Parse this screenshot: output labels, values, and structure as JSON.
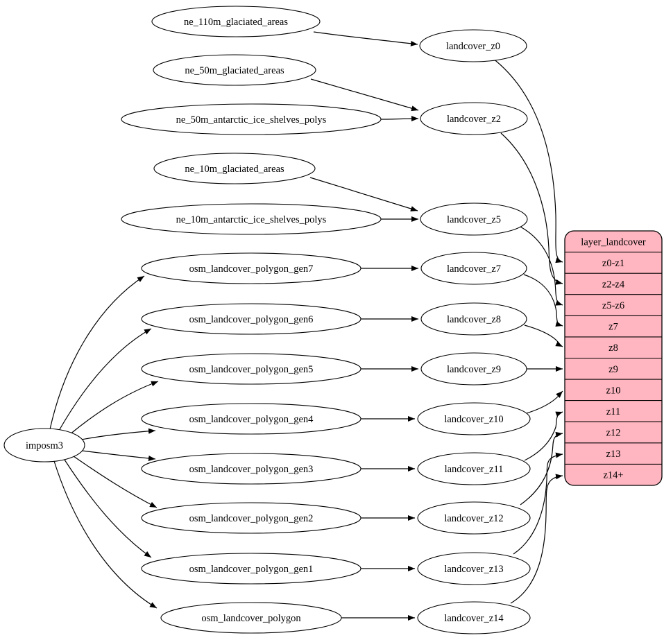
{
  "diagram": {
    "type": "graphviz-dependency-graph",
    "colors": {
      "background": "#ffffff",
      "node_fill": "#ffffff",
      "record_fill": "#ffb6c1",
      "stroke": "#000000",
      "text": "#000000"
    },
    "nodes": {
      "root": {
        "label": "imposm3"
      },
      "sources": [
        "ne_110m_glaciated_areas",
        "ne_50m_glaciated_areas",
        "ne_50m_antarctic_ice_shelves_polys",
        "ne_10m_glaciated_areas",
        "ne_10m_antarctic_ice_shelves_polys",
        "osm_landcover_polygon_gen7",
        "osm_landcover_polygon_gen6",
        "osm_landcover_polygon_gen5",
        "osm_landcover_polygon_gen4",
        "osm_landcover_polygon_gen3",
        "osm_landcover_polygon_gen2",
        "osm_landcover_polygon_gen1",
        "osm_landcover_polygon"
      ],
      "transforms": [
        "landcover_z0",
        "landcover_z2",
        "landcover_z5",
        "landcover_z7",
        "landcover_z8",
        "landcover_z9",
        "landcover_z10",
        "landcover_z11",
        "landcover_z12",
        "landcover_z13",
        "landcover_z14"
      ],
      "record": {
        "title": "layer_landcover",
        "rows": [
          "z0-z1",
          "z2-z4",
          "z5-z6",
          "z7",
          "z8",
          "z9",
          "z10",
          "z11",
          "z12",
          "z13",
          "z14+"
        ]
      }
    },
    "edges": [
      {
        "from": "ne_110m_glaciated_areas",
        "to": "landcover_z0"
      },
      {
        "from": "ne_50m_glaciated_areas",
        "to": "landcover_z2"
      },
      {
        "from": "ne_50m_antarctic_ice_shelves_polys",
        "to": "landcover_z2"
      },
      {
        "from": "ne_10m_glaciated_areas",
        "to": "landcover_z5"
      },
      {
        "from": "ne_10m_antarctic_ice_shelves_polys",
        "to": "landcover_z5"
      },
      {
        "from": "osm_landcover_polygon_gen7",
        "to": "landcover_z7"
      },
      {
        "from": "osm_landcover_polygon_gen6",
        "to": "landcover_z8"
      },
      {
        "from": "osm_landcover_polygon_gen5",
        "to": "landcover_z9"
      },
      {
        "from": "osm_landcover_polygon_gen4",
        "to": "landcover_z10"
      },
      {
        "from": "osm_landcover_polygon_gen3",
        "to": "landcover_z11"
      },
      {
        "from": "osm_landcover_polygon_gen2",
        "to": "landcover_z12"
      },
      {
        "from": "osm_landcover_polygon_gen1",
        "to": "landcover_z13"
      },
      {
        "from": "osm_landcover_polygon",
        "to": "landcover_z14"
      },
      {
        "from": "imposm3",
        "to": "osm_landcover_polygon_gen7"
      },
      {
        "from": "imposm3",
        "to": "osm_landcover_polygon_gen6"
      },
      {
        "from": "imposm3",
        "to": "osm_landcover_polygon_gen5"
      },
      {
        "from": "imposm3",
        "to": "osm_landcover_polygon_gen4"
      },
      {
        "from": "imposm3",
        "to": "osm_landcover_polygon_gen3"
      },
      {
        "from": "imposm3",
        "to": "osm_landcover_polygon_gen2"
      },
      {
        "from": "imposm3",
        "to": "osm_landcover_polygon_gen1"
      },
      {
        "from": "imposm3",
        "to": "osm_landcover_polygon"
      },
      {
        "from": "landcover_z0",
        "to": "layer_landcover.z0-z1"
      },
      {
        "from": "landcover_z2",
        "to": "layer_landcover.z2-z4"
      },
      {
        "from": "landcover_z5",
        "to": "layer_landcover.z5-z6"
      },
      {
        "from": "landcover_z7",
        "to": "layer_landcover.z7"
      },
      {
        "from": "landcover_z8",
        "to": "layer_landcover.z8"
      },
      {
        "from": "landcover_z9",
        "to": "layer_landcover.z9"
      },
      {
        "from": "landcover_z10",
        "to": "layer_landcover.z10"
      },
      {
        "from": "landcover_z11",
        "to": "layer_landcover.z11"
      },
      {
        "from": "landcover_z12",
        "to": "layer_landcover.z12"
      },
      {
        "from": "landcover_z13",
        "to": "layer_landcover.z13"
      },
      {
        "from": "landcover_z14",
        "to": "layer_landcover.z14+"
      }
    ]
  }
}
